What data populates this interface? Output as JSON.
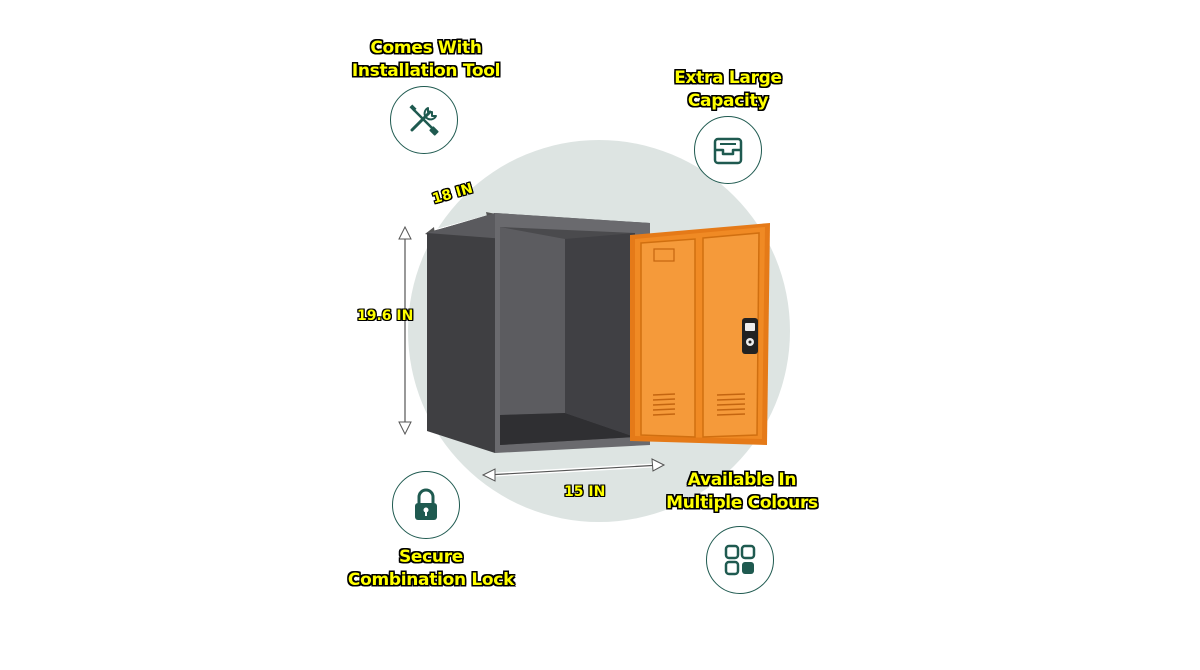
{
  "features": {
    "tool": {
      "line1": "Comes With",
      "line2": "Installation Tool",
      "icon": "wrench-screwdriver-icon"
    },
    "capacity": {
      "line1": "Extra Large",
      "line2": "Capacity",
      "icon": "inbox-tray-icon"
    },
    "lock": {
      "line1": "Secure",
      "line2": "Combination Lock",
      "icon": "padlock-icon"
    },
    "colours": {
      "line1": "Available In",
      "line2": "Multiple Colours",
      "icon": "grid-squares-icon"
    }
  },
  "dimensions": {
    "depth": "18 IN",
    "height": "19.6 IN",
    "width": "15 IN"
  },
  "colors": {
    "accent_text": "#ffff00",
    "icon_green": "#1f5a50",
    "locker_body": "#4a4a4d",
    "locker_door": "#f08a24",
    "background_circle": "#dde4e2"
  }
}
